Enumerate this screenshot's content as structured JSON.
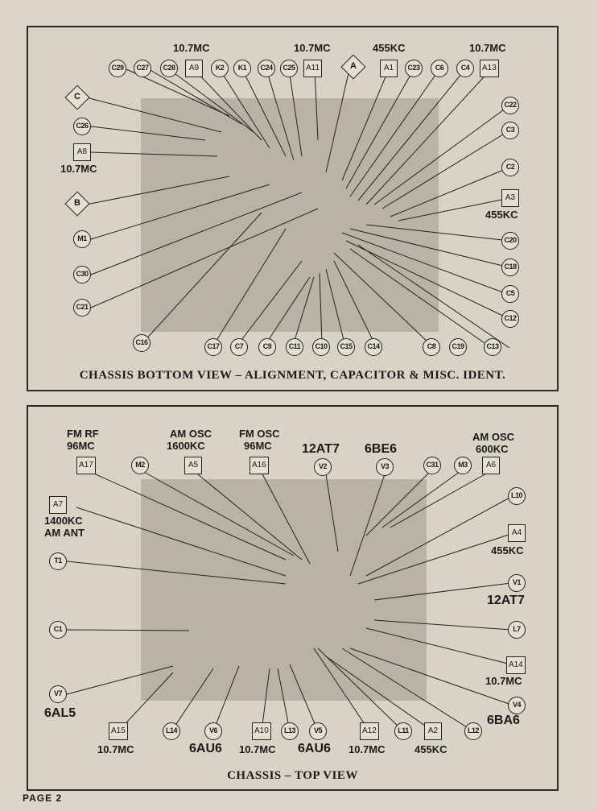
{
  "panel_bottom": {
    "caption": "CHASSIS BOTTOM VIEW – ALIGNMENT, CAPACITOR & MISC. IDENT.",
    "labels": [
      "10.7MC",
      "10.7MC",
      "455KC",
      "10.7MC",
      "10.7MC",
      "455KC"
    ],
    "callouts": [
      "C29",
      "C27",
      "C28",
      "A9",
      "K2",
      "K1",
      "C24",
      "C25",
      "A11",
      "A",
      "A1",
      "C23",
      "C6",
      "C4",
      "A13",
      "C",
      "C26",
      "A8",
      "B",
      "M1",
      "C30",
      "C21",
      "C16",
      "C22",
      "C3",
      "C2",
      "A3",
      "C20",
      "C18",
      "C5",
      "C12",
      "C13",
      "C19",
      "C8",
      "C14",
      "C15",
      "C10",
      "C11",
      "C9",
      "C7",
      "C17"
    ]
  },
  "panel_top": {
    "caption": "CHASSIS – TOP VIEW",
    "labels": [
      "FM RF",
      "96MC",
      "AM OSC",
      "1600KC",
      "FM OSC",
      "96MC",
      "12AT7",
      "6BE6",
      "AM OSC",
      "600KC",
      "1400KC",
      "AM ANT",
      "455KC",
      "12AT7",
      "10.7MC",
      "6BA6",
      "6AL5",
      "10.7MC",
      "6AU6",
      "10.7MC",
      "6AU6",
      "10.7MC",
      "455KC"
    ],
    "callouts": [
      "A17",
      "M2",
      "A5",
      "A16",
      "V2",
      "V3",
      "C31",
      "M3",
      "A6",
      "A7",
      "L10",
      "A4",
      "T1",
      "V1",
      "C1",
      "L7",
      "A14",
      "V4",
      "V7",
      "A15",
      "L14",
      "V6",
      "A10",
      "L13",
      "V5",
      "A12",
      "L11",
      "A2",
      "L12"
    ]
  },
  "page_label": "PAGE 2"
}
